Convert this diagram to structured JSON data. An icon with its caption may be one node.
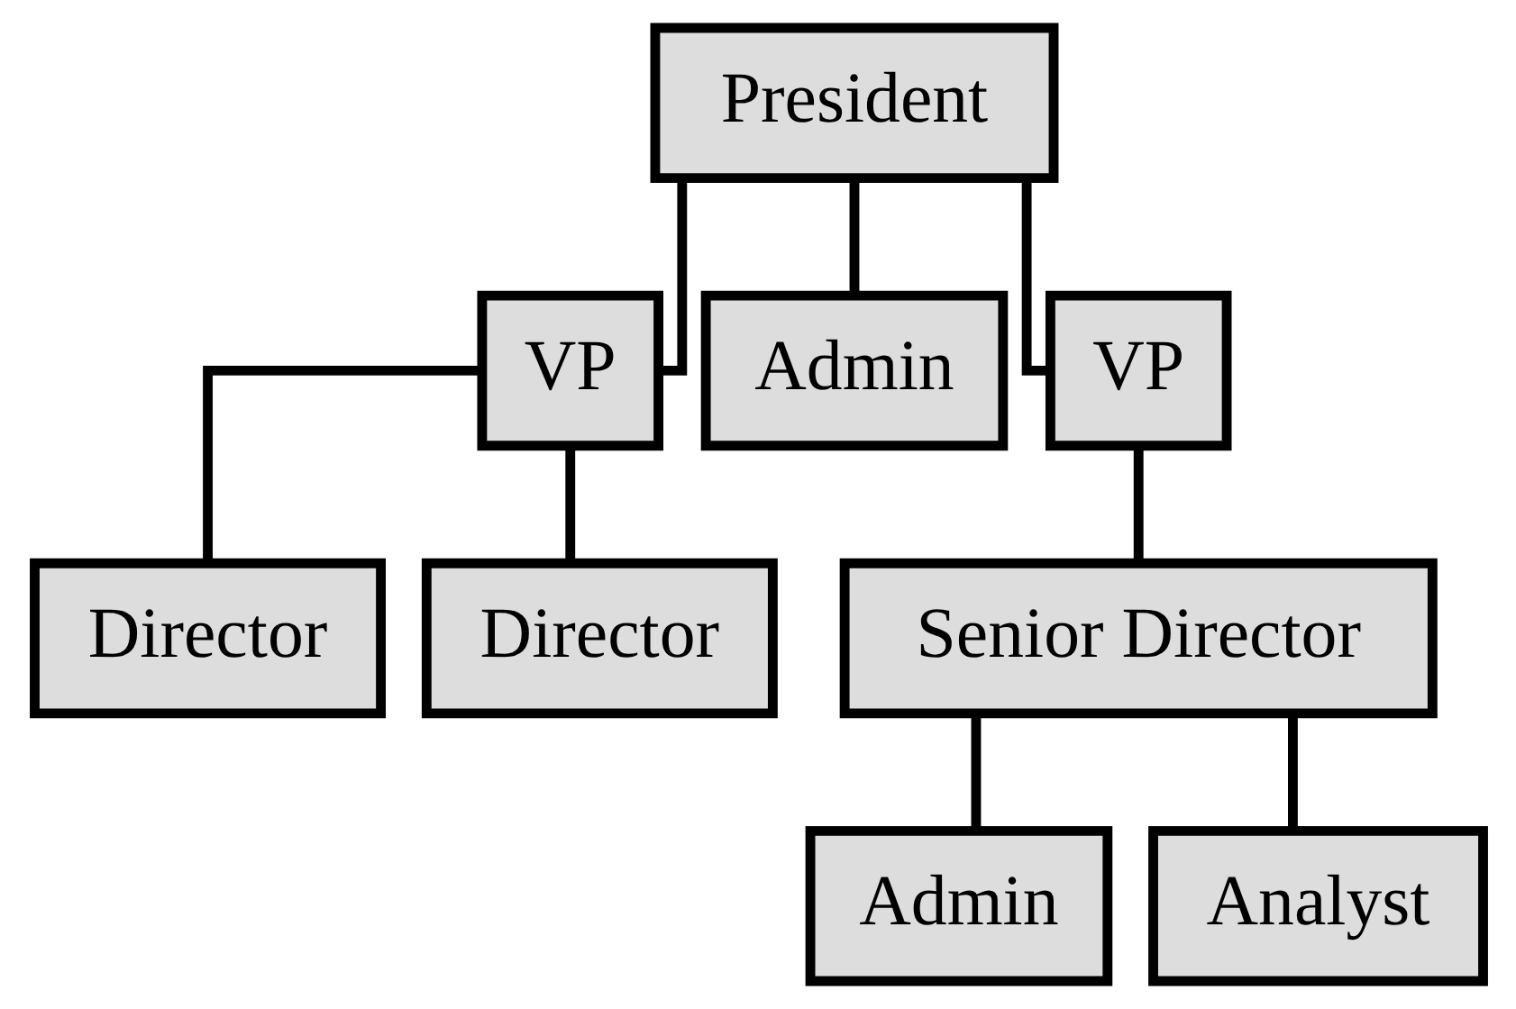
{
  "diagram": {
    "nodes": [
      {
        "text": [
          "President"
        ]
      },
      {
        "text": [
          "VP"
        ]
      },
      {
        "text": [
          "Admin"
        ]
      },
      {
        "text": [
          "VP"
        ]
      },
      {
        "text": [
          "Director"
        ]
      },
      {
        "text": [
          "Director"
        ]
      },
      {
        "text": [
          "Senior Director"
        ]
      },
      {
        "text": [
          "Admin"
        ]
      },
      {
        "text": [
          "Analyst"
        ]
      }
    ],
    "edges": [
      {
        "from": 0,
        "to": 1,
        "arrow": "none"
      },
      {
        "from": 0,
        "to": 2,
        "arrow": "none"
      },
      {
        "from": 0,
        "to": 3,
        "arrow": "none"
      },
      {
        "from": 1,
        "to": 4,
        "arrow": "none"
      },
      {
        "from": 1,
        "to": 5,
        "arrow": "none"
      },
      {
        "from": 3,
        "to": 6,
        "arrow": "none"
      },
      {
        "from": 6,
        "to": 7,
        "arrow": "none"
      },
      {
        "from": 6,
        "to": 8,
        "arrow": "none"
      }
    ]
  }
}
